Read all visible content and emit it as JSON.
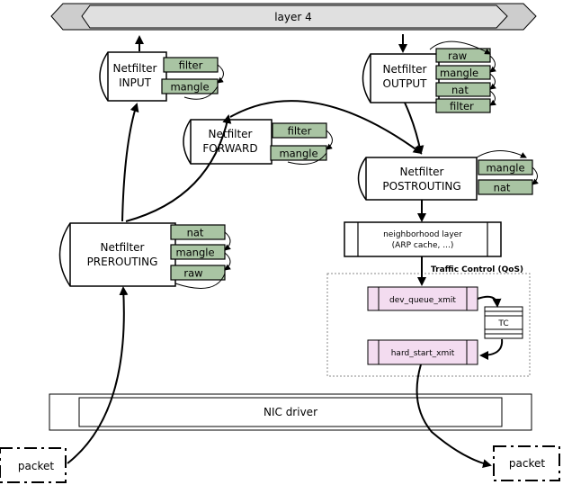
{
  "layer4": "layer 4",
  "input": {
    "line1": "Netfilter",
    "line2": "INPUT",
    "tables": [
      "filter",
      "mangle"
    ]
  },
  "output": {
    "line1": "Netfilter",
    "line2": "OUTPUT",
    "tables": [
      "raw",
      "mangle",
      "nat",
      "filter"
    ]
  },
  "forward": {
    "line1": "Netfilter",
    "line2": "FORWARD",
    "tables": [
      "filter",
      "mangle"
    ]
  },
  "postrouting": {
    "line1": "Netfilter",
    "line2": "POSTROUTING",
    "tables": [
      "mangle",
      "nat"
    ]
  },
  "prerouting": {
    "line1": "Netfilter",
    "line2": "PREROUTING",
    "tables": [
      "nat",
      "mangle",
      "raw"
    ]
  },
  "neighborhood": {
    "line1": "neighborhood layer",
    "line2": "(ARP cache, ...)"
  },
  "traffic_control": {
    "title": "Traffic Control (QoS)",
    "dev_queue": "dev_queue_xmit",
    "hard_start": "hard_start_xmit",
    "tc": "TC"
  },
  "nic": "NIC driver",
  "packet_in": "packet",
  "packet_out": "packet"
}
